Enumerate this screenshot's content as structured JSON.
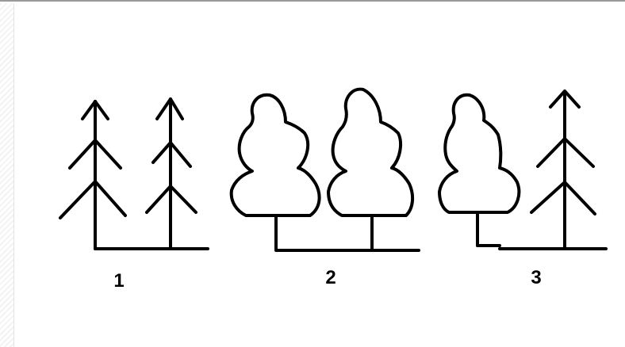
{
  "diagram": {
    "groups": [
      {
        "label": "1",
        "left_tree": "conifer",
        "right_tree": "conifer"
      },
      {
        "label": "2",
        "left_tree": "deciduous",
        "right_tree": "deciduous"
      },
      {
        "label": "3",
        "left_tree": "deciduous",
        "right_tree": "conifer"
      }
    ]
  },
  "colors": {
    "stroke": "#000000",
    "background": "#ffffff",
    "frame": "#9a9a9a"
  }
}
